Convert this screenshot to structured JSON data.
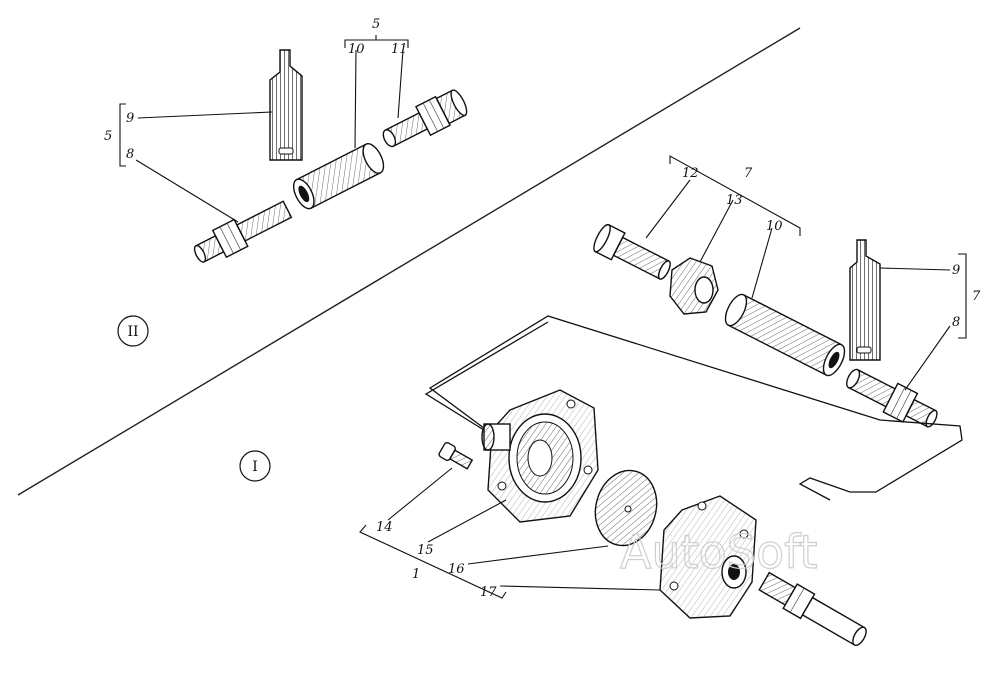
{
  "callouts": {
    "n5_top": "5",
    "n10_top": "10",
    "n11": "11",
    "n9_left": "9",
    "n8_left": "8",
    "n5_left": "5",
    "n12": "12",
    "n7_top": "7",
    "n13": "13",
    "n10_right": "10",
    "n9_right": "9",
    "n7_right": "7",
    "n8_right": "8",
    "n14": "14",
    "n15": "15",
    "n1": "1",
    "n16": "16",
    "n17": "17"
  },
  "views": {
    "view_II": "II",
    "view_I": "I"
  },
  "watermark": "AutoSoft",
  "colors": {
    "ink": "#111111",
    "paper": "#ffffff",
    "watermark": "#cfcfcf"
  }
}
